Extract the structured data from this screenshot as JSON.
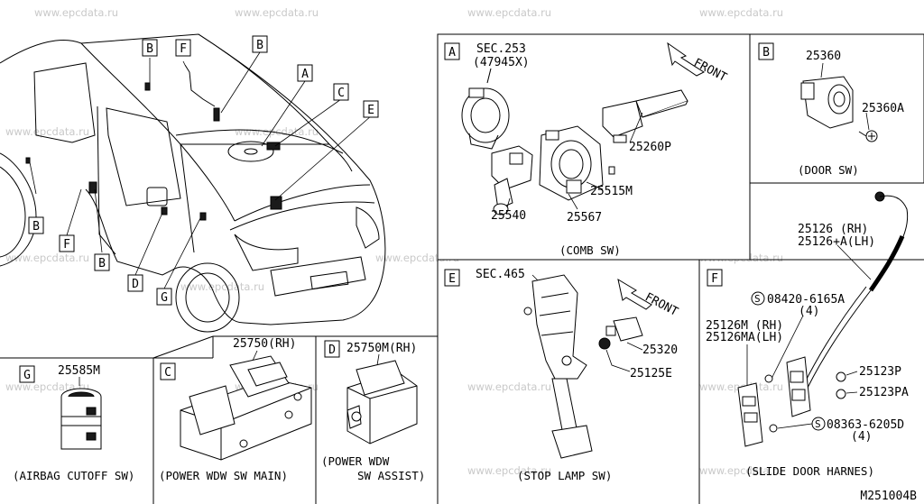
{
  "watermark": "www.epcdata.ru",
  "diagram_number": "M251004B",
  "vehicle_callouts": [
    "B",
    "F",
    "B",
    "A",
    "C",
    "E",
    "B",
    "F",
    "B",
    "D",
    "G"
  ],
  "panels": {
    "A": {
      "letter": "A",
      "caption": "(COMB SW)",
      "sec_ref": "SEC.253",
      "sec_sub": "(47945X)",
      "front": "FRONT",
      "parts": [
        "25260P",
        "25515M",
        "25540",
        "25567"
      ]
    },
    "B": {
      "letter": "B",
      "caption": "(DOOR SW)",
      "parts": [
        "25360",
        "25360A"
      ]
    },
    "E": {
      "letter": "E",
      "caption": "(STOP LAMP SW)",
      "sec_ref": "SEC.465",
      "front": "FRONT",
      "parts": [
        "25320",
        "25125E"
      ]
    },
    "F": {
      "letter": "F",
      "caption": "(SLIDE DOOR HARNES)",
      "parts": [
        "25126 (RH)",
        "25126+A(LH)",
        "08420-6165A",
        "(4)",
        "25126M (RH)",
        "25126MA(LH)",
        "25123P",
        "25123PA",
        "08363-6205D",
        "(4)"
      ]
    },
    "G": {
      "letter": "G",
      "caption": "(AIRBAG CUTOFF SW)",
      "parts": [
        "25585M"
      ]
    },
    "C": {
      "letter": "C",
      "caption": "(POWER WDW SW MAIN)",
      "parts": [
        "25750(RH)"
      ]
    },
    "D": {
      "letter": "D",
      "caption_line1": "(POWER WDW",
      "caption_line2": "SW ASSIST)",
      "parts": [
        "25750M(RH)"
      ]
    }
  }
}
